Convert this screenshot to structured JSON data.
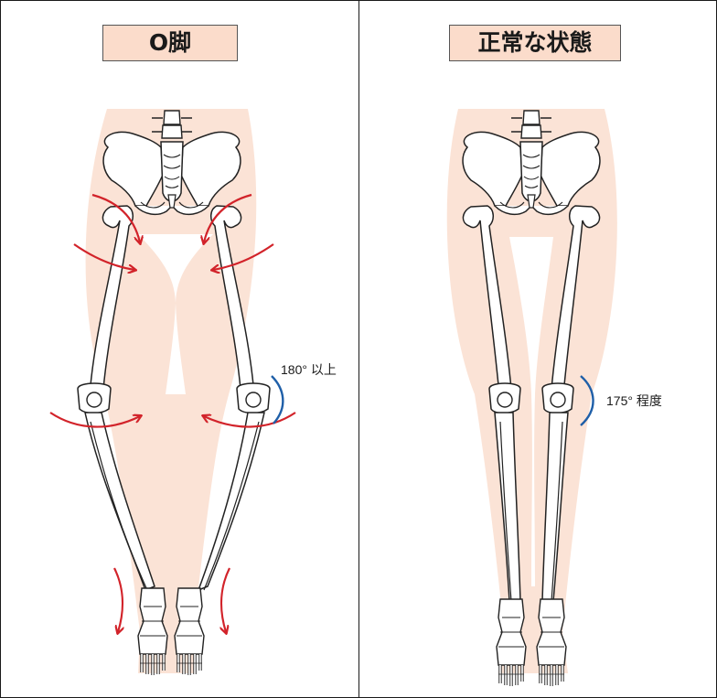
{
  "panels": {
    "left": {
      "title": "O脚",
      "angle_label": "180° 以上"
    },
    "right": {
      "title": "正常な状態",
      "angle_label": "175° 程度"
    }
  },
  "colors": {
    "body_shadow": "#fbe3d6",
    "title_fill": "#fbdccb",
    "arrow_red": "#d2232a",
    "angle_blue": "#1f5fa8",
    "bone_fill": "#ffffff",
    "bone_stroke": "#222222"
  }
}
